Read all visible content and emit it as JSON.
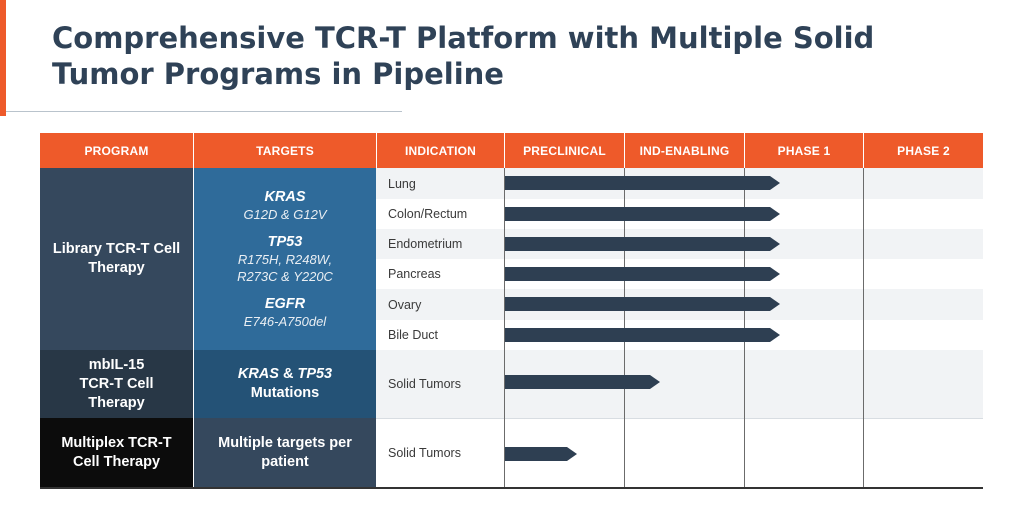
{
  "title": {
    "line1": "Comprehensive TCR-T Platform with Multiple Solid",
    "line2": "Tumor Programs in Pipeline"
  },
  "headers": [
    "PROGRAM",
    "TARGETS",
    "INDICATION",
    "PRECLINICAL",
    "IND-ENABLING",
    "PHASE 1",
    "PHASE 2"
  ],
  "colors": {
    "accent": "#ee5a2a",
    "title": "#2f4257",
    "program_library": "#35485d",
    "program_mbil15": "#283746",
    "program_multiplex": "#0c0c0c",
    "target_library": "#2f6b9a",
    "target_mbil15": "#245276",
    "target_multiplex": "#35485d",
    "bar": "#2e3f52",
    "row_stripe": "#f1f3f5"
  },
  "programs": [
    {
      "name": "Library TCR-T Cell Therapy",
      "targets": [
        {
          "name": "KRAS",
          "detail": [
            "G12D & G12V"
          ]
        },
        {
          "name": "TP53",
          "detail": [
            "R175H, R248W,",
            "R273C & Y220C"
          ]
        },
        {
          "name": "EGFR",
          "detail": [
            "E746-A750del"
          ]
        }
      ],
      "indications": [
        {
          "name": "Lung",
          "progress_phase": 2.3
        },
        {
          "name": "Colon/Rectum",
          "progress_phase": 2.3
        },
        {
          "name": "Endometrium",
          "progress_phase": 2.3
        },
        {
          "name": "Pancreas",
          "progress_phase": 2.3
        },
        {
          "name": "Ovary",
          "progress_phase": 2.3
        },
        {
          "name": "Bile Duct",
          "progress_phase": 2.3
        }
      ]
    },
    {
      "name_lines": [
        "mbIL-15",
        "TCR-T Cell",
        "Therapy"
      ],
      "targets_text": {
        "part1": "KRAS",
        "amp": " & ",
        "part2": "TP53",
        "line2": "Mutations"
      },
      "indications": [
        {
          "name": "Solid Tumors",
          "progress_phase": 1.3
        }
      ]
    },
    {
      "name_lines": [
        "Multiplex TCR-T",
        "Cell Therapy"
      ],
      "targets_lines": [
        "Multiple targets per",
        "patient"
      ],
      "indications": [
        {
          "name": "Solid Tumors",
          "progress_phase": 0.6
        }
      ]
    }
  ]
}
